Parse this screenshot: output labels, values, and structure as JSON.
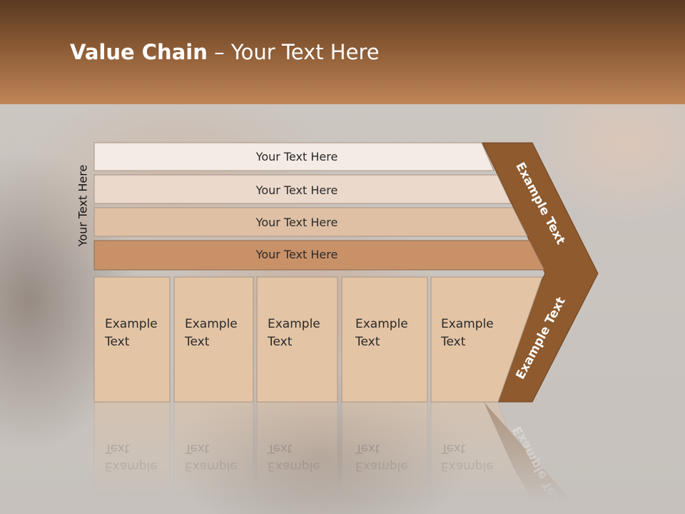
{
  "title": {
    "bold": "Value Chain",
    "rest": " – Your Text Here"
  },
  "side_label": "Your Text Here",
  "support_bars": [
    "Your Text Here",
    "Your Text Here",
    "Your Text Here",
    "Your Text Here"
  ],
  "primary_activities": [
    {
      "line1": "Example",
      "line2": "Text"
    },
    {
      "line1": "Example",
      "line2": "Text"
    },
    {
      "line1": "Example",
      "line2": "Text"
    },
    {
      "line1": "Example",
      "line2": "Text"
    },
    {
      "line1": "Example",
      "line2": "Text"
    }
  ],
  "margin_top_label": "Example Text",
  "margin_bottom_label": "Example Text",
  "colors": {
    "bar_1": "#f4ebe5",
    "bar_2": "#ebd9cc",
    "bar_3": "#dfc0a5",
    "bar_4": "#c99168",
    "boxes": "#e3c4a5",
    "chevron": "#8e5a2e"
  }
}
